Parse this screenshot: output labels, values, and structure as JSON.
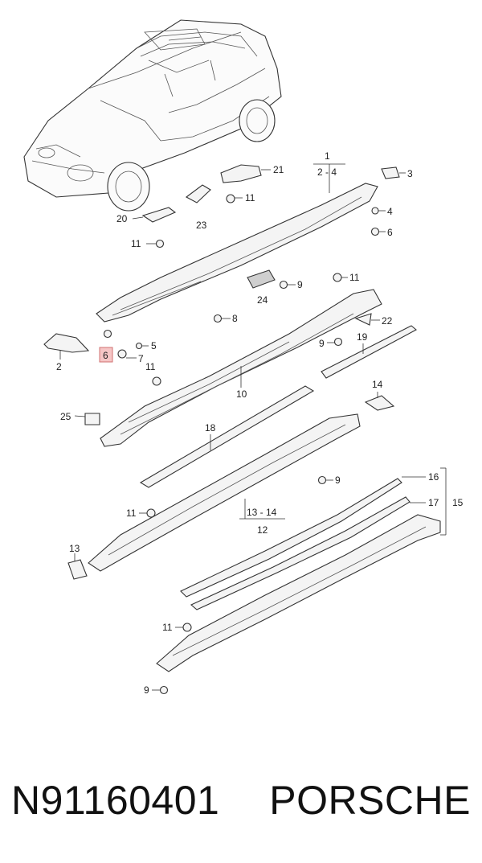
{
  "labels": {
    "l1": "1",
    "l2_4": "2 - 4",
    "l3": "3",
    "l4": "4",
    "l6a": "6",
    "l21": "21",
    "l11a": "11",
    "l20": "20",
    "l23": "23",
    "l11b": "11",
    "l9a": "9",
    "l24": "24",
    "l11c": "11",
    "l8": "8",
    "l22": "22",
    "l2": "2",
    "l6b": "6",
    "l5": "5",
    "l7": "7",
    "l9b": "9",
    "l19": "19",
    "l11d": "11",
    "l10": "10",
    "l14": "14",
    "l25": "25",
    "l18": "18",
    "l9c": "9",
    "l16": "16",
    "l17": "17",
    "l15": "15",
    "l11e": "11",
    "l13_14": "13 - 14",
    "l12": "12",
    "l13": "13",
    "l11f": "11",
    "l9d": "9"
  },
  "caption": {
    "part_number": "N91160401",
    "brand": "PORSCHE"
  },
  "highlight": {
    "label": "6",
    "color": "#f6c6c6"
  }
}
